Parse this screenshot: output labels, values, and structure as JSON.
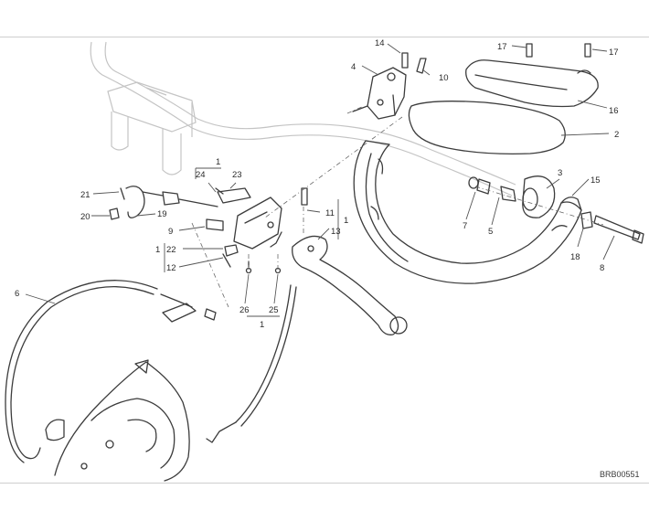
{
  "labels": {
    "p1a": "1",
    "p1b": "1",
    "p1c": "1",
    "p1d": "1",
    "p2": "2",
    "p3": "3",
    "p4": "4",
    "p5": "5",
    "p6": "6",
    "p7": "7",
    "p8": "8",
    "p9": "9",
    "p10": "10",
    "p11": "11",
    "p12": "12",
    "p13": "13",
    "p14": "14",
    "p15": "15",
    "p16": "16",
    "p17a": "17",
    "p17b": "17",
    "p18": "18",
    "p19": "19",
    "p20": "20",
    "p21": "21",
    "p22": "22",
    "p23": "23",
    "p24": "24",
    "p25": "25",
    "p26": "26"
  },
  "drawing_code": "BRB00551"
}
